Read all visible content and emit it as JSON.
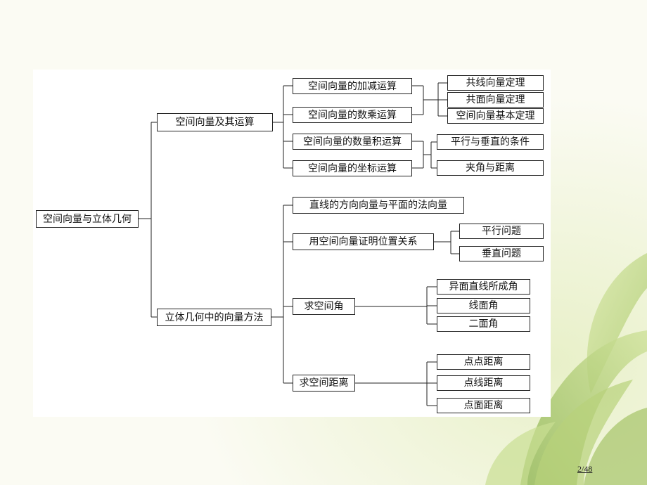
{
  "diagram": {
    "root": "空间向量与立体几何",
    "branches": [
      {
        "label": "空间向量及其运算",
        "children": [
          {
            "label": "空间向量的加减运算"
          },
          {
            "label": "空间向量的数乘运算"
          },
          {
            "label": "空间向量的数量积运算"
          },
          {
            "label": "空间向量的坐标运算"
          }
        ],
        "leaf_groups": [
          [
            "共线向量定理",
            "共面向量定理",
            "空间向量基本定理"
          ],
          [
            "平行与垂直的条件",
            "夹角与距离"
          ]
        ]
      },
      {
        "label": "立体几何中的向量方法",
        "children": [
          {
            "label": "直线的方向向量与平面的法向量",
            "leaves": []
          },
          {
            "label": "用空间向量证明位置关系",
            "leaves": [
              "平行问题",
              "垂直问题"
            ]
          },
          {
            "label": "求空间角",
            "leaves": [
              "异面直线所成角",
              "线面角",
              "二面角"
            ]
          },
          {
            "label": "求空间距离",
            "leaves": [
              "点点距离",
              "点线距离",
              "点面距离"
            ]
          }
        ]
      }
    ]
  },
  "page_number": "2/48"
}
